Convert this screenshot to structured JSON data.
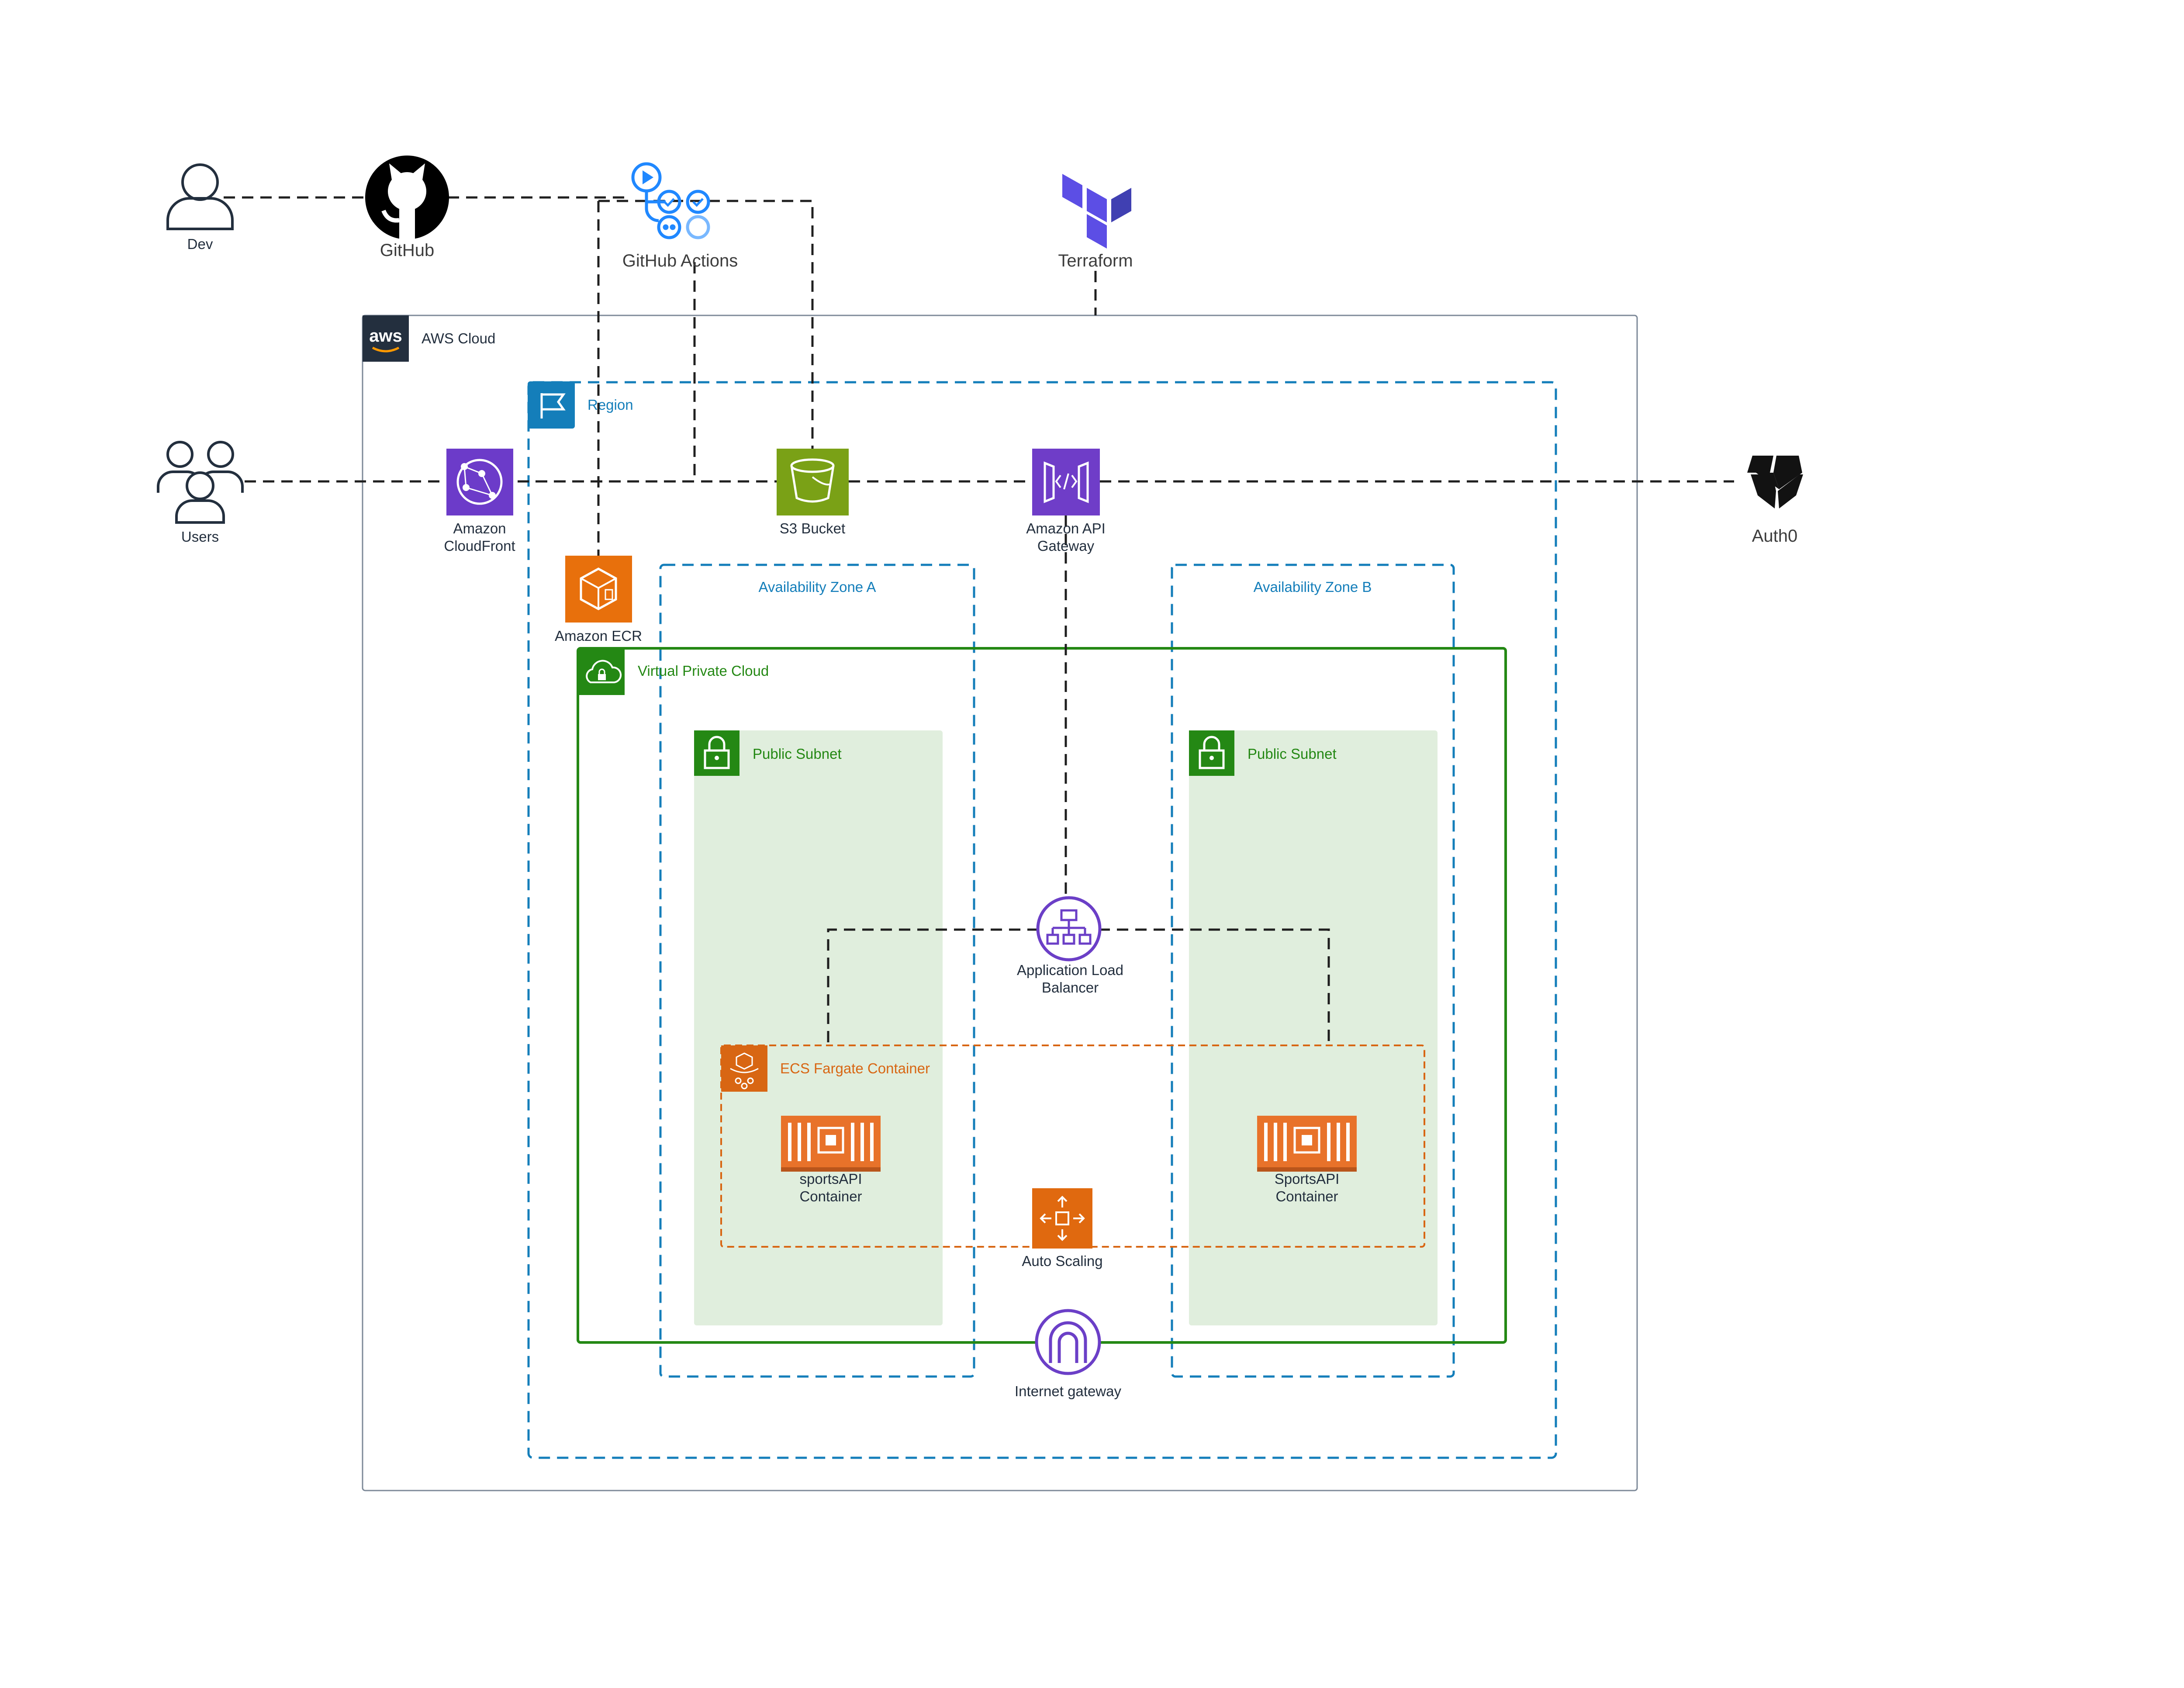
{
  "actors": {
    "dev": "Dev",
    "github": "GitHub",
    "github_actions": "GitHub Actions",
    "terraform": "Terraform",
    "users": "Users",
    "auth0": "Auth0"
  },
  "groups": {
    "aws_cloud": "AWS Cloud",
    "region": "Region",
    "az_a": "Availability Zone A",
    "az_b": "Availability Zone B",
    "vpc": "Virtual Private Cloud",
    "public_subnet_a": "Public Subnet",
    "public_subnet_b": "Public Subnet",
    "ecs_fargate": "ECS Fargate Container"
  },
  "services": {
    "cloudfront": [
      "Amazon",
      "CloudFront"
    ],
    "s3": "S3 Bucket",
    "api_gateway": [
      "Amazon API",
      "Gateway"
    ],
    "ecr": "Amazon ECR",
    "alb": [
      "Application Load",
      "Balancer"
    ],
    "container_a": [
      "sportsAPI",
      "Container"
    ],
    "container_b": [
      "SportsAPI",
      "Container"
    ],
    "auto_scaling": "Auto Scaling",
    "internet_gateway": "Internet gateway"
  },
  "colors": {
    "aws_cloud_border": "#7d8998",
    "aws_badge": "#232f3e",
    "region": "#147eba",
    "az": "#147eba",
    "vpc": "#248814",
    "subnet_fill": "#e0eedd",
    "subnet_badge": "#248814",
    "ecs": "#d86613",
    "cloudfront": "#6c3bc9",
    "s3": "#7aa116",
    "api_gateway": "#6f3dc8",
    "ecr": "#e8700c",
    "alb": "#6b3fc7",
    "container": "#e8722a",
    "auto_scaling": "#e0690f",
    "internet_gateway": "#6b3fc7",
    "github_actions": "#2088ff",
    "terraform": "#5c4ee5",
    "connector": "#1f1f1f"
  },
  "icons": {
    "aws": "aws-logo",
    "dev": "user-icon",
    "users": "users-icon",
    "github": "github-icon",
    "github_actions": "github-actions-icon",
    "terraform": "terraform-icon",
    "auth0": "auth0-icon",
    "region": "flag-icon",
    "vpc": "cloud-lock-icon",
    "subnet": "lock-icon",
    "ecs": "fargate-icon",
    "cloudfront": "cloudfront-icon",
    "s3": "bucket-icon",
    "api_gateway": "api-gateway-icon",
    "ecr": "ecr-icon",
    "alb": "load-balancer-icon",
    "container": "container-icon",
    "auto_scaling": "auto-scaling-icon",
    "internet_gateway": "internet-gateway-icon"
  }
}
